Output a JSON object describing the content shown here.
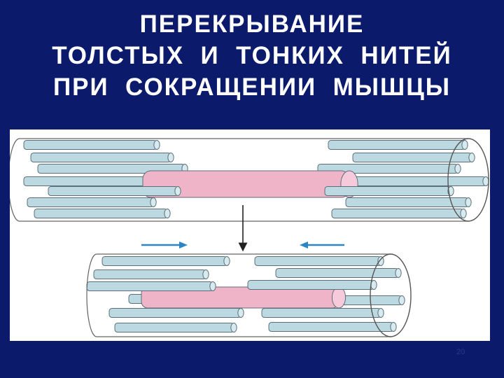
{
  "slide": {
    "title_lines": [
      "ПЕРЕКРЫВАНИЕ",
      "ТОЛСТЫХ  И  ТОНКИХ  НИТЕЙ",
      "ПРИ  СОКРАЩЕНИИ  МЫШЦЫ"
    ],
    "page_number": "20"
  },
  "colors": {
    "background": "#0b1a6b",
    "thin_filament": "#bcd8e0",
    "thin_filament_end": "#d6eaef",
    "thick_filament": "#f0b4c8",
    "thick_filament_end": "#f6cadb",
    "arrow_blue": "#2c86c6"
  }
}
